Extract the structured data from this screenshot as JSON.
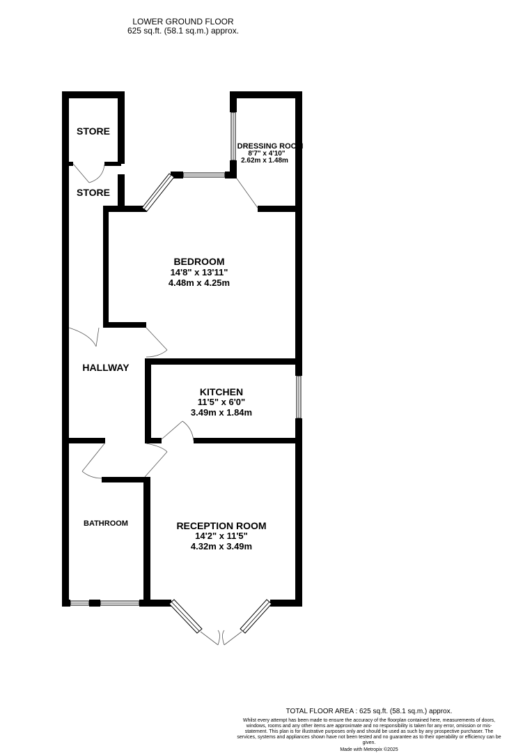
{
  "header": {
    "floor_name": "LOWER GROUND FLOOR",
    "floor_area": "625 sq.ft. (58.1 sq.m.) approx."
  },
  "rooms": {
    "store_upper": {
      "name": "STORE"
    },
    "store_lower": {
      "name": "STORE"
    },
    "dressing_room": {
      "name": "DRESSING ROOM",
      "dim_imperial": "8'7\"  x 4'10\"",
      "dim_metric": "2.62m  x 1.48m"
    },
    "bedroom": {
      "name": "BEDROOM",
      "dim_imperial": "14'8\"  x 13'11\"",
      "dim_metric": "4.48m  x 4.25m"
    },
    "hallway": {
      "name": "HALLWAY"
    },
    "kitchen": {
      "name": "KITCHEN",
      "dim_imperial": "11'5\"  x 6'0\"",
      "dim_metric": "3.49m  x 1.84m"
    },
    "bathroom": {
      "name": "BATHROOM"
    },
    "reception_room": {
      "name": "RECEPTION ROOM",
      "dim_imperial": "14'2\"  x 11'5\"",
      "dim_metric": "4.32m  x 3.49m"
    }
  },
  "footer": {
    "total_area": "TOTAL FLOOR AREA : 625 sq.ft. (58.1 sq.m.) approx.",
    "disclaimer": "Whilst every attempt has been made to ensure the accuracy of the floorplan contained here, measurements of doors, windows, rooms and any other items are approximate and no responsibility is taken for any error, omission or mis-statement. This plan is for illustrative purposes only and should be used as such by any prospective purchaser. The services, systems and appliances shown have not been tested and no guarantee as to their operability or efficiency can be given.",
    "credit": "Made with Metropix ©2025"
  },
  "colors": {
    "wall": "#000000",
    "window": "#ffffff",
    "door_line": "#555555"
  }
}
